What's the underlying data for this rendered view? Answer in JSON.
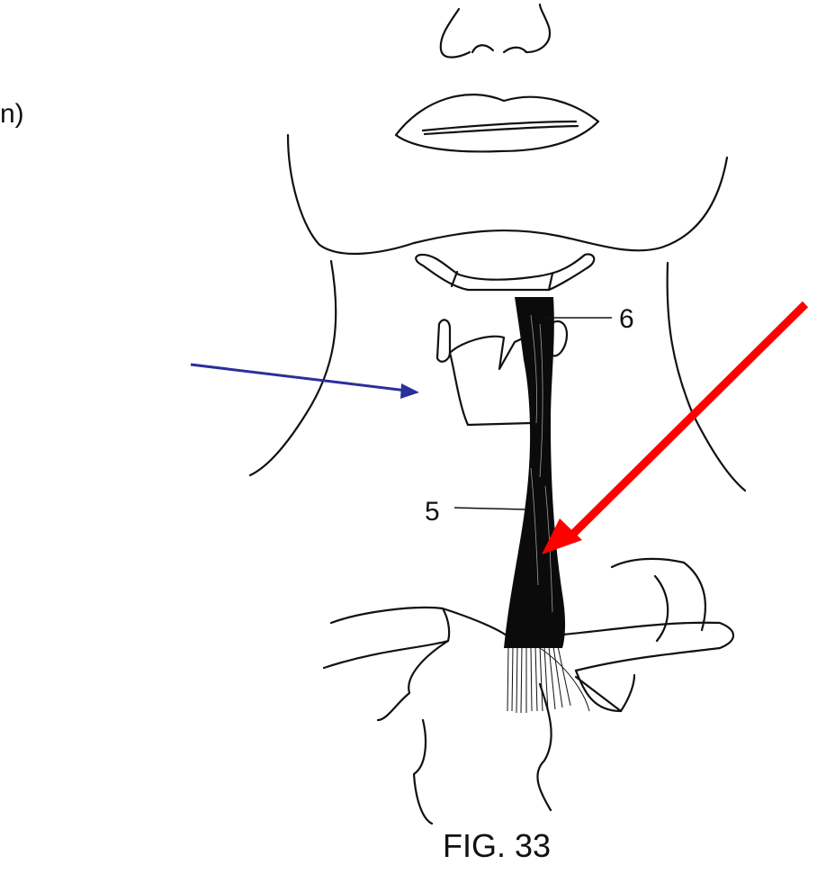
{
  "partial_text": "n)",
  "labels": {
    "label_6": "6",
    "label_5": "5"
  },
  "caption": "FIG. 33",
  "colors": {
    "blue_arrow": "#2b2f9a",
    "red_arrow": "#ff0000",
    "ink": "#111111"
  }
}
